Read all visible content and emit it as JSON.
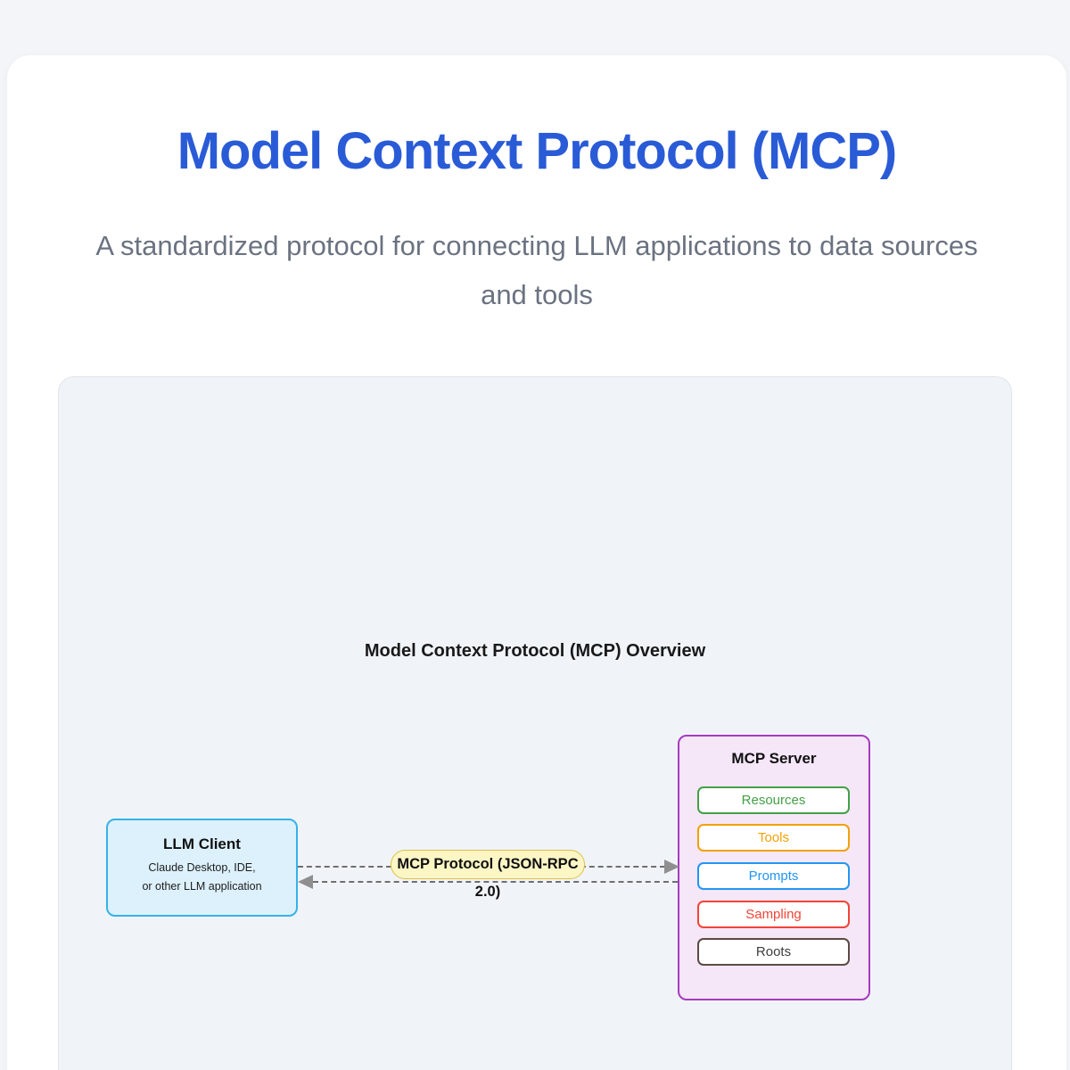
{
  "page": {
    "title": "Model Context Protocol (MCP)",
    "subtitle": "A standardized protocol for connecting LLM applications to data sources and tools"
  },
  "diagram": {
    "title": "Model Context Protocol (MCP) Overview",
    "client": {
      "title": "LLM Client",
      "line1": "Claude Desktop, IDE,",
      "line2": "or other LLM application"
    },
    "server": {
      "title": "MCP Server",
      "items": [
        {
          "label": "Resources",
          "color": "#43a047"
        },
        {
          "label": "Tools",
          "color": "#f2a007"
        },
        {
          "label": "Prompts",
          "color": "#2196f3"
        },
        {
          "label": "Sampling",
          "color": "#f44336"
        },
        {
          "label": "Roots",
          "color": "#5d4a42"
        }
      ]
    },
    "protocol_label": "MCP Protocol (JSON-RPC 2.0)",
    "colors": {
      "title_blue": "#2a5bd7",
      "subtitle_gray": "#6b7280",
      "client_fill": "#ddf1fc",
      "client_border": "#35b2e8",
      "server_fill": "#f5e6f8",
      "server_border": "#a63bbf",
      "pill_fill": "#fcf6c5",
      "pill_border": "#e0bf45",
      "arrow_gray": "#6f6f6f",
      "panel_bg": "#f0f4f9"
    }
  }
}
